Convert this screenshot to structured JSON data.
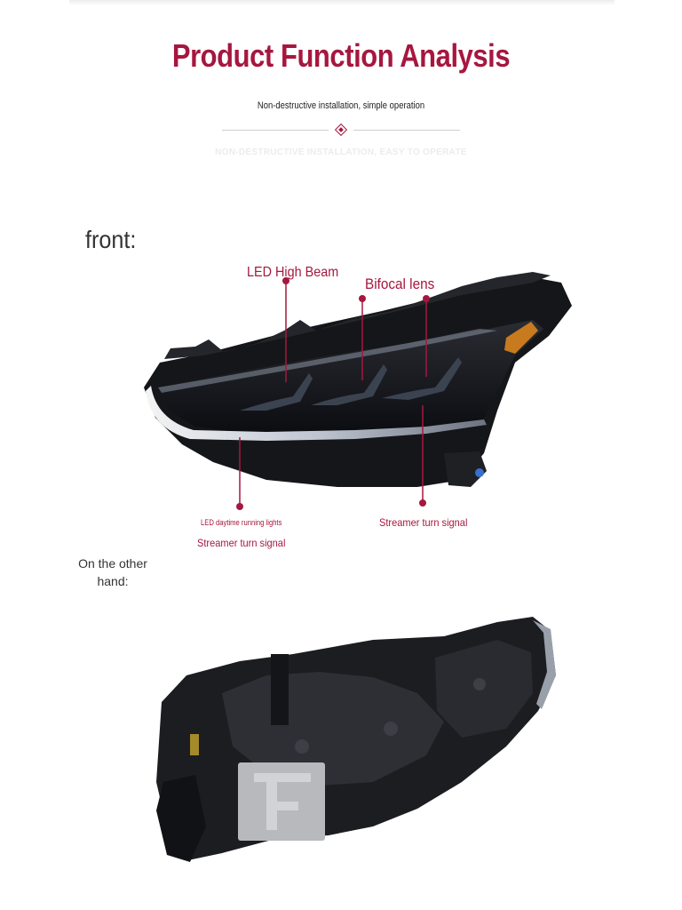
{
  "header": {
    "title": "Product Function Analysis",
    "subtitle": "Non-destructive installation, simple operation",
    "ghost_text": "NON-DESTRUCTIVE INSTALLATION, EASY TO OPERATE",
    "accent_color": "#a6173f"
  },
  "front_section": {
    "heading": "front:",
    "callouts": {
      "led_high_beam": "LED High Beam",
      "bifocal_lens": "Bifocal lens",
      "led_drl": "LED daytime running lights",
      "streamer_turn_left": "Streamer turn signal",
      "streamer_turn_right": "Streamer turn signal"
    }
  },
  "back_section": {
    "heading": "On the other hand:"
  }
}
